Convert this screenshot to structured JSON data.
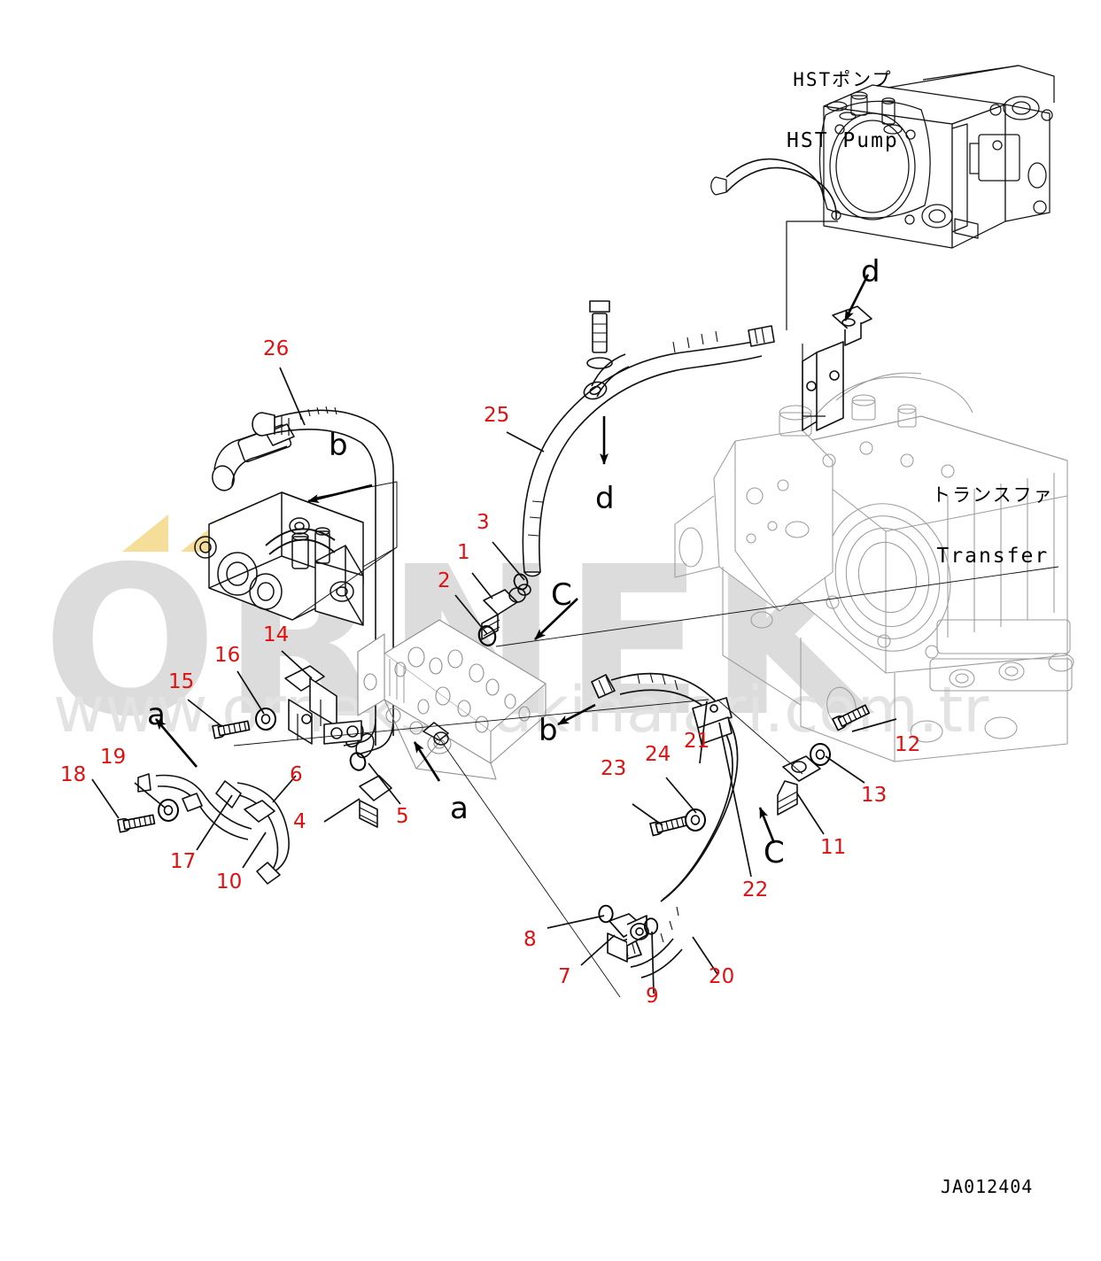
{
  "drawing": {
    "number": "JA012404",
    "background": "#ffffff",
    "callout_color": "#e11010",
    "line_color": "#000000",
    "ghost_color": "#9b9b9b"
  },
  "watermark": {
    "brand_text": "ORNEK",
    "url_text": "www.orneksmakinalari.com.tr",
    "brand_color": "#dcdcdc",
    "url_color": "#e3e3e3",
    "accent_color": "#f5dd9a"
  },
  "component_labels": [
    {
      "id": "hst-pump",
      "jp": "HSTポンプ",
      "en": "HST Pump"
    },
    {
      "id": "transfer",
      "jp": "トランスファ",
      "en": "Transfer"
    }
  ],
  "section_letters": [
    {
      "id": "b-upper",
      "text": "b"
    },
    {
      "id": "d-upper",
      "text": "d"
    },
    {
      "id": "d-lower",
      "text": "d"
    },
    {
      "id": "c-upper",
      "text": "C"
    },
    {
      "id": "a-upper",
      "text": "a"
    },
    {
      "id": "a-lower",
      "text": "a"
    },
    {
      "id": "b-lower",
      "text": "b"
    },
    {
      "id": "c-lower",
      "text": "C"
    }
  ],
  "item_callouts": [
    {
      "num": "26"
    },
    {
      "num": "25"
    },
    {
      "num": "3"
    },
    {
      "num": "1"
    },
    {
      "num": "2"
    },
    {
      "num": "14"
    },
    {
      "num": "16"
    },
    {
      "num": "15"
    },
    {
      "num": "19"
    },
    {
      "num": "18"
    },
    {
      "num": "17"
    },
    {
      "num": "10"
    },
    {
      "num": "6"
    },
    {
      "num": "4"
    },
    {
      "num": "5"
    },
    {
      "num": "23"
    },
    {
      "num": "24"
    },
    {
      "num": "21"
    },
    {
      "num": "22"
    },
    {
      "num": "12"
    },
    {
      "num": "13"
    },
    {
      "num": "11"
    },
    {
      "num": "8"
    },
    {
      "num": "7"
    },
    {
      "num": "9"
    },
    {
      "num": "20"
    }
  ]
}
